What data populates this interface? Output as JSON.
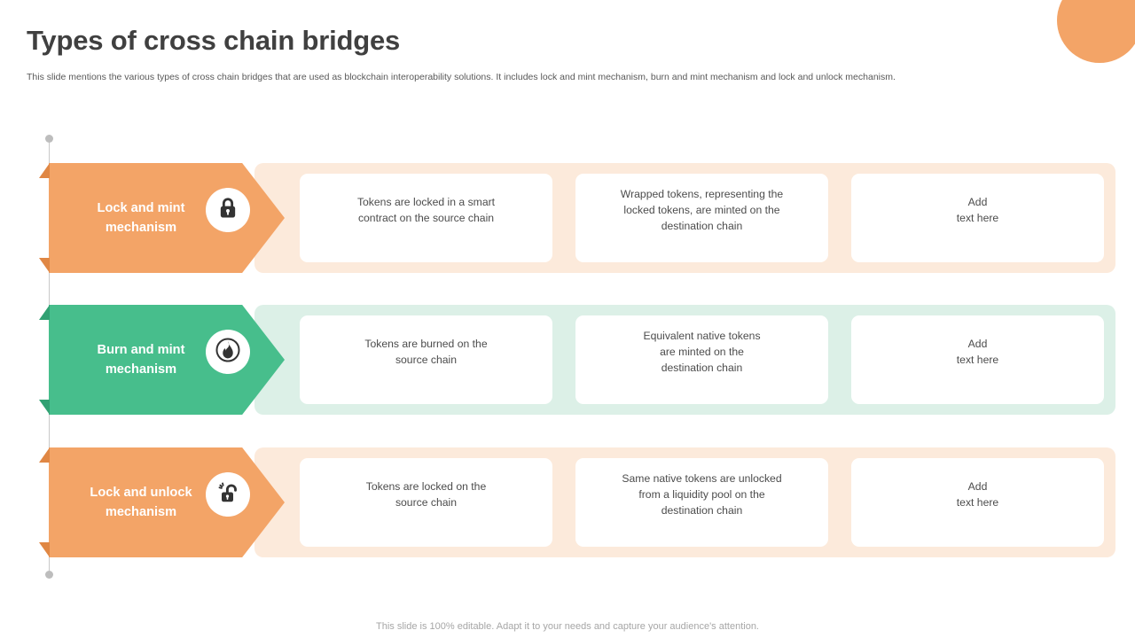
{
  "header": {
    "title": "Types of cross chain bridges",
    "subtitle": "This slide mentions the various types of cross chain bridges that are used as blockchain interoperability solutions. It includes lock and mint mechanism, burn and mint mechanism and lock and unlock mechanism."
  },
  "colors": {
    "orange": "#F3A467",
    "orange_dark": "#E08744",
    "orange_pale": "#FCEADB",
    "green": "#47BE8C",
    "green_dark": "#31A173",
    "green_pale": "#DCF0E7",
    "title_text": "#404040",
    "body_text": "#4C4C4C",
    "footer_text": "#A6A6A6",
    "spine": "#C9C9C9"
  },
  "rows": [
    {
      "label": "Lock and mint\nmechanism",
      "icon": "lock-icon",
      "accent": "orange",
      "cards": [
        {
          "text": "Tokens are locked in a smart\ncontract on the source chain"
        },
        {
          "text": "Wrapped tokens, representing the\nlocked tokens, are minted on the\ndestination chain"
        },
        {
          "text": "Add\ntext here"
        }
      ]
    },
    {
      "label": "Burn and mint\nmechanism",
      "icon": "flame-icon",
      "accent": "green",
      "cards": [
        {
          "text": "Tokens are burned on the\nsource chain"
        },
        {
          "text": "Equivalent native tokens\nare minted on the\ndestination chain"
        },
        {
          "text": "Add\ntext here"
        }
      ]
    },
    {
      "label": "Lock and unlock\nmechanism",
      "icon": "unlock-icon",
      "accent": "orange",
      "cards": [
        {
          "text": "Tokens are locked on the\nsource chain"
        },
        {
          "text": "Same native tokens are unlocked\nfrom a liquidity pool on the\ndestination chain"
        },
        {
          "text": "Add\ntext here"
        }
      ]
    }
  ],
  "footer": {
    "note": "This slide is 100% editable. Adapt it to your needs and capture your audience's attention."
  }
}
